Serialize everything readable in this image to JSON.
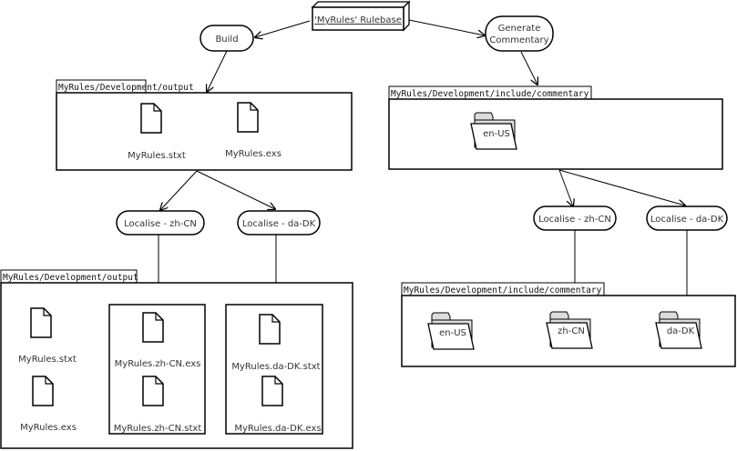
{
  "rulebase": {
    "label": "'MyRules' Rulebase"
  },
  "actions": {
    "build": "Build",
    "generate_commentary": [
      "Generate",
      "Commentary"
    ],
    "localise_output_zh": "Localise - zh-CN",
    "localise_output_da": "Localise - da-DK",
    "localise_comm_zh": "Localise - zh-CN",
    "localise_comm_da": "Localise - da-DK"
  },
  "folders": {
    "output_top": {
      "path": "MyRules/Development/output",
      "files": [
        "MyRules.stxt",
        "MyRules.exs"
      ]
    },
    "commentary_top": {
      "path": "MyRules/Development/include/commentary",
      "subfolders": [
        "en-US"
      ]
    },
    "output_bottom": {
      "path": "MyRules/Development/output",
      "files": [
        "MyRules.stxt",
        "MyRules.exs"
      ],
      "zh_files": [
        "MyRules.zh-CN.exs",
        "MyRules.zh-CN.stxt"
      ],
      "da_files": [
        "MyRules.da-DK.stxt",
        "MyRules.da-DK.exs"
      ]
    },
    "commentary_bottom": {
      "path": "MyRules/Development/include/commentary",
      "subfolders": [
        "en-US",
        "zh-CN",
        "da-DK"
      ]
    }
  }
}
